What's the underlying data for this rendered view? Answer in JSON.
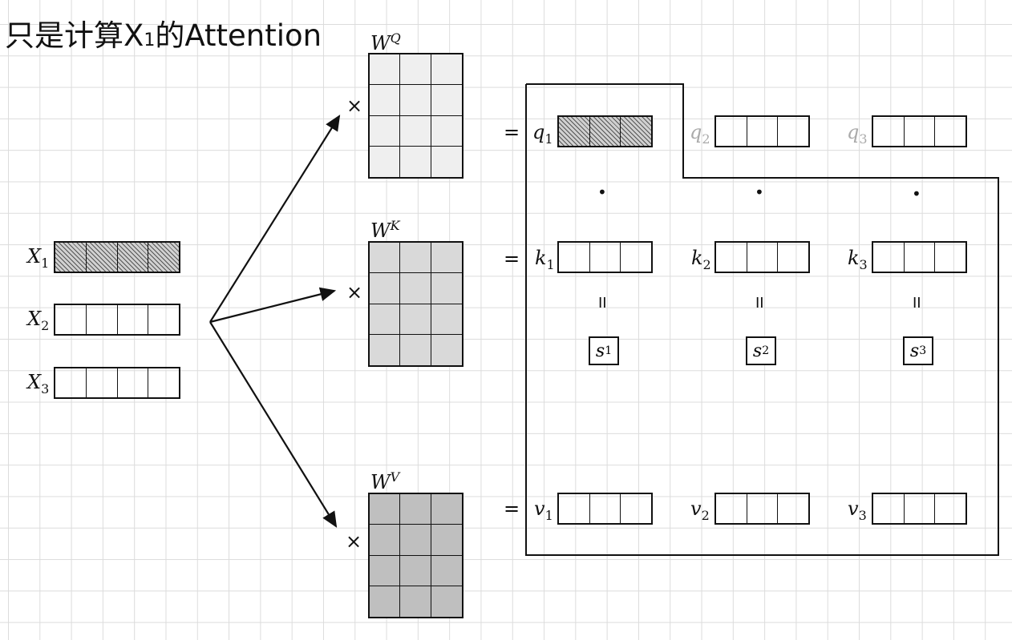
{
  "title": {
    "prefix": "只是计算X",
    "sub": "1",
    "suffix": "的Attention"
  },
  "inputs": [
    {
      "letter": "X",
      "sub": "1",
      "highlighted": true
    },
    {
      "letter": "X",
      "sub": "2",
      "highlighted": false
    },
    {
      "letter": "X",
      "sub": "3",
      "highlighted": false
    }
  ],
  "weights": [
    {
      "letter": "W",
      "sup": "Q",
      "color": "#efefef"
    },
    {
      "letter": "W",
      "sup": "K",
      "color": "#d9d9d9"
    },
    {
      "letter": "W",
      "sup": "V",
      "color": "#bfbfbf"
    }
  ],
  "operators": {
    "times": "×",
    "equals": "=",
    "dot": "•",
    "parallel": "II"
  },
  "queries": [
    {
      "letter": "q",
      "sub": "1",
      "dim": false,
      "highlighted": true
    },
    {
      "letter": "q",
      "sub": "2",
      "dim": true,
      "highlighted": false
    },
    {
      "letter": "q",
      "sub": "3",
      "dim": true,
      "highlighted": false
    }
  ],
  "keys": [
    {
      "letter": "k",
      "sub": "1"
    },
    {
      "letter": "k",
      "sub": "2"
    },
    {
      "letter": "k",
      "sub": "3"
    }
  ],
  "scores": [
    {
      "letter": "s",
      "sub": "1"
    },
    {
      "letter": "s",
      "sub": "2"
    },
    {
      "letter": "s",
      "sub": "3"
    }
  ],
  "values": [
    {
      "letter": "v",
      "sub": "1"
    },
    {
      "letter": "v",
      "sub": "2"
    },
    {
      "letter": "v",
      "sub": "3"
    }
  ],
  "colors": {
    "hatch_fill": "#d0d0d0",
    "line": "#111111",
    "dim_text": "#aaaaaa"
  }
}
